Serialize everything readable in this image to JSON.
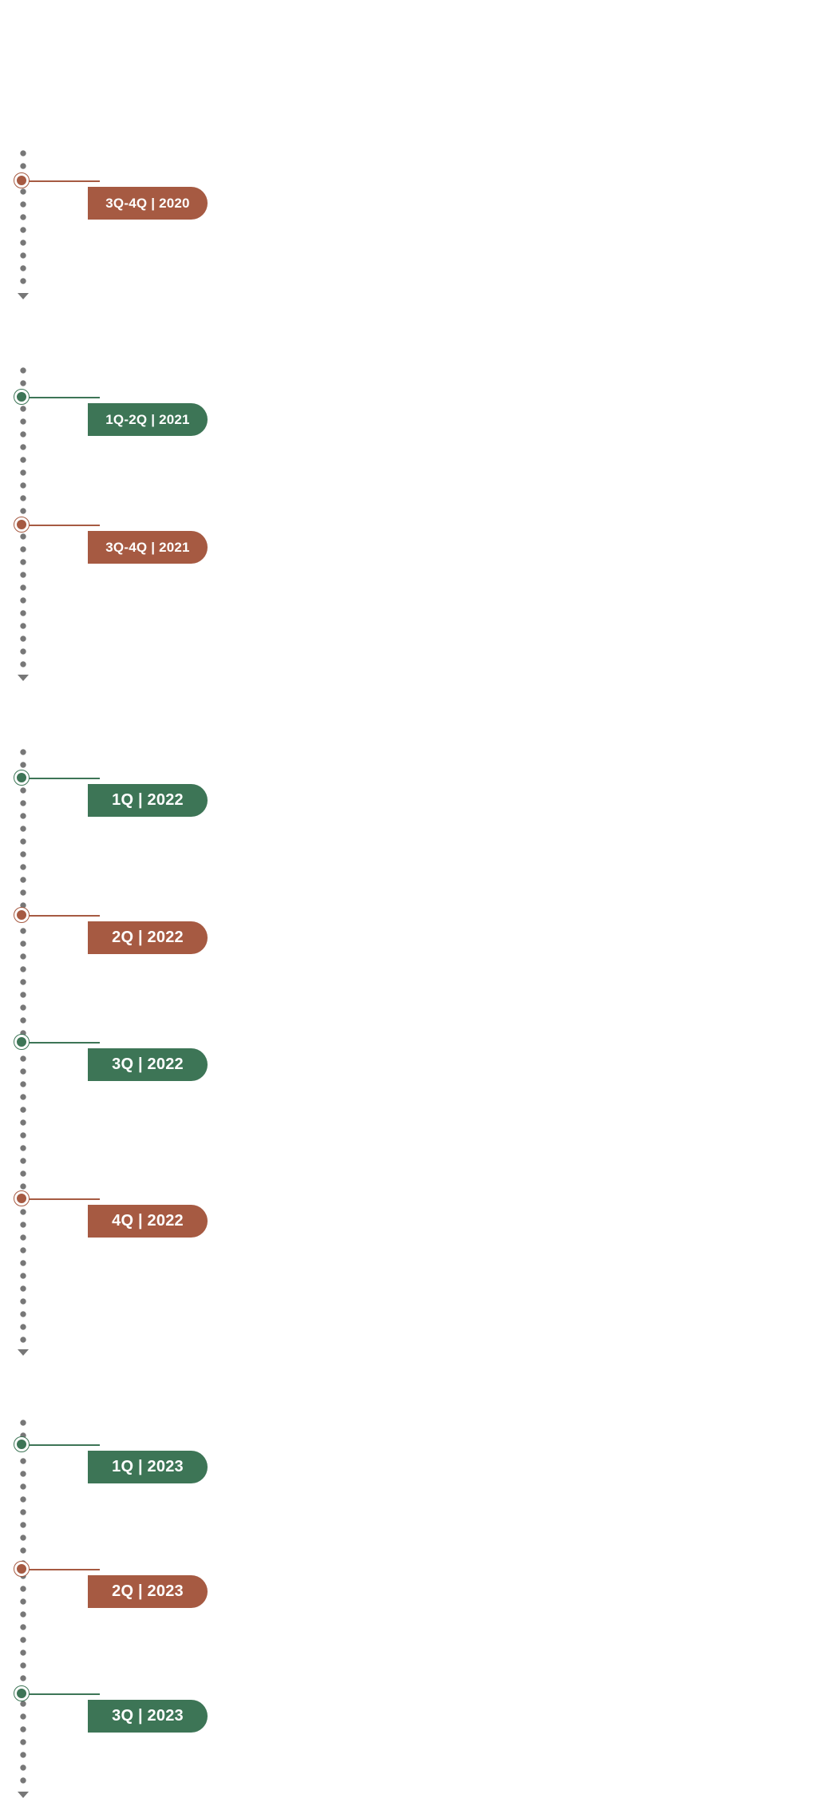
{
  "colors": {
    "rust": "#a65a42",
    "green": "#3d7556",
    "dots": "#777777",
    "background": "#ffffff"
  },
  "milestones": [
    {
      "label": "3Q-4Q | 2020",
      "color": "rust"
    },
    {
      "label": "1Q-2Q | 2021",
      "color": "green"
    },
    {
      "label": "3Q-4Q | 2021",
      "color": "rust"
    },
    {
      "label": "1Q | 2022",
      "color": "green"
    },
    {
      "label": "2Q | 2022",
      "color": "rust"
    },
    {
      "label": "3Q | 2022",
      "color": "green"
    },
    {
      "label": "4Q | 2022",
      "color": "rust"
    },
    {
      "label": "1Q | 2023",
      "color": "green"
    },
    {
      "label": "2Q | 2023",
      "color": "rust"
    },
    {
      "label": "3Q | 2023",
      "color": "green"
    }
  ]
}
